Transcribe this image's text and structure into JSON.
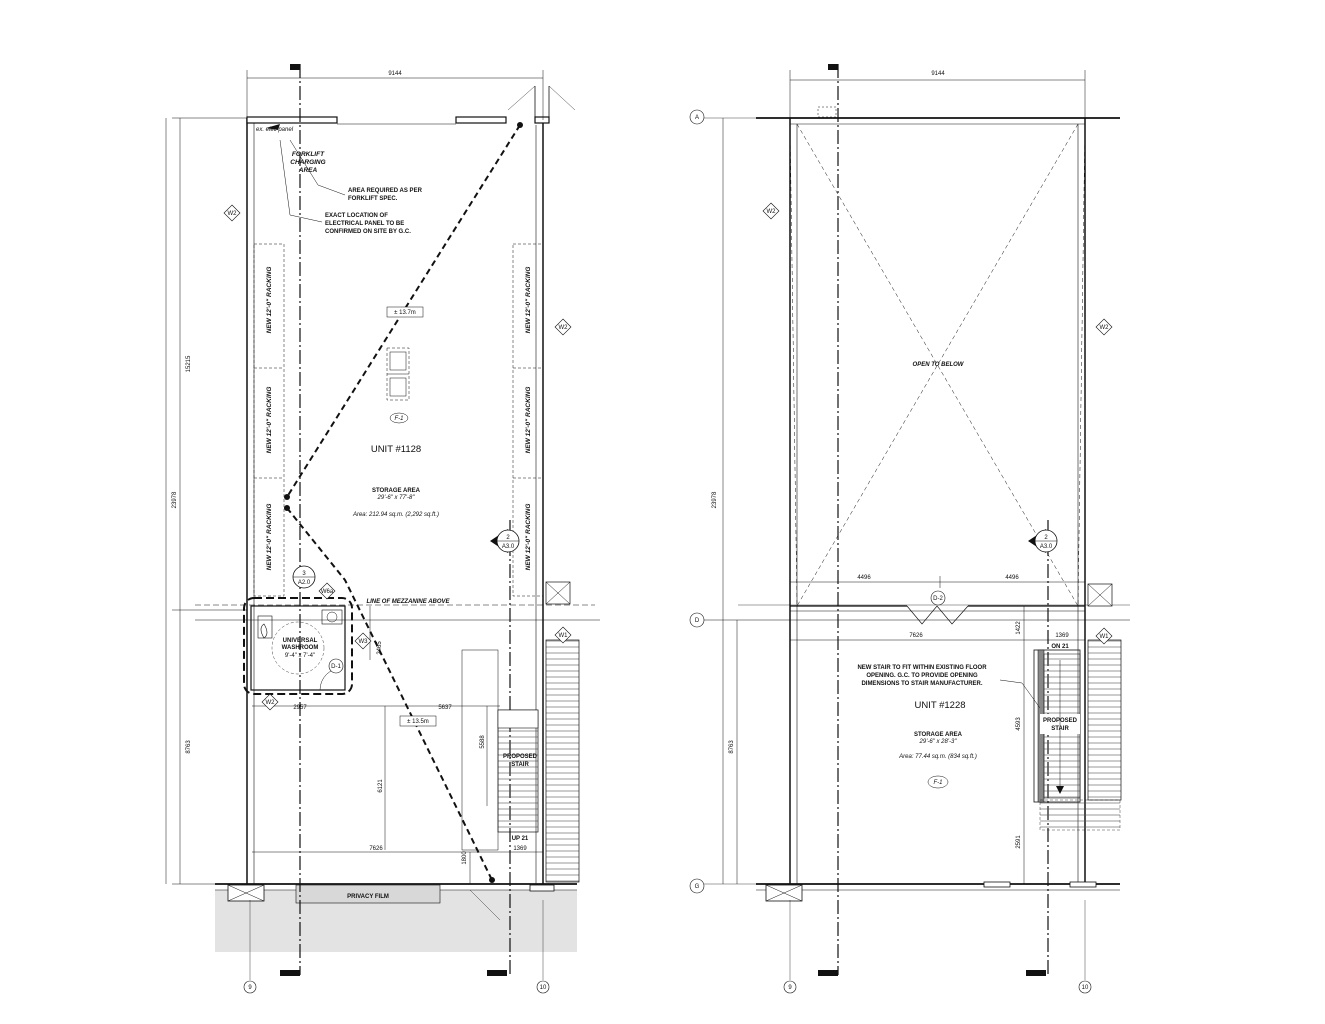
{
  "grid": {
    "left": "9",
    "right": "10",
    "top": "A",
    "mid": "D",
    "bottom": "G"
  },
  "left_plan": {
    "dims": {
      "top": "9144",
      "side_upper": "15215",
      "side_total": "23978",
      "side_lower": "8763",
      "washroom_width": "2957",
      "washroom_height": "2465",
      "span_a": "5637",
      "vertical_a": "5588",
      "vertical_b": "6121",
      "bottom_a": "7626",
      "bottom_b": "1369",
      "bottom_c": "1800"
    },
    "notes": {
      "elec_panel": "ex. elec panel",
      "forklift": [
        "FORKLIFT",
        "CHARGING",
        "AREA"
      ],
      "area_required": [
        "AREA REQUIRED AS PER",
        "FORKLIFT SPEC."
      ],
      "exact_location": [
        "EXACT LOCATION OF",
        "ELECTRICAL PANEL TO BE",
        "CONFIRMED ON SITE BY G.C."
      ],
      "racking": "NEW 12'-0\" RACKING",
      "travel_upper": "± 13.7m",
      "travel_lower": "± 13.5m",
      "unit": "UNIT #1128",
      "room": "STORAGE AREA",
      "room_dims": "29'-6\" x 77'-8\"",
      "area": "Area: 212.94 sq.m. (2,292 sq.ft.)",
      "fixture": "F-1",
      "mezzanine": "LINE OF MEZZANINE ABOVE",
      "washroom": [
        "UNIVERSAL",
        "WASHROOM",
        "9'-4\" x 7'-4\""
      ],
      "door": "D-1",
      "stair": [
        "PROPOSED",
        "STAIR"
      ],
      "up": "UP 21",
      "privacy": "PRIVACY FILM"
    },
    "tags": {
      "w1": "W1",
      "w2": "W2",
      "w3": "W3",
      "w6a": "W6a"
    },
    "sections": {
      "sec_a": {
        "num": "3",
        "sheet": "A2.0"
      },
      "sec_b": {
        "num": "2",
        "sheet": "A3.0"
      }
    }
  },
  "right_plan": {
    "dims": {
      "top": "9144",
      "side_total": "23978",
      "side_lower": "8763",
      "mezz_a": "4496",
      "mezz_b": "4496",
      "span_a": "7626",
      "span_b": "1369",
      "vertical_a": "1422",
      "vertical_b": "4593",
      "vertical_c": "2591"
    },
    "notes": {
      "open": "OPEN TO BELOW",
      "new_stair": [
        "NEW STAIR TO FIT WITHIN EXISTING FLOOR",
        "OPENING. G.C. TO PROVIDE OPENING",
        "DIMENSIONS TO STAIR MANUFACTURER."
      ],
      "unit": "UNIT #1228",
      "room": "STORAGE AREA",
      "room_dims": "29'-6\" x 28'-3\"",
      "area": "Area: 77.44 sq.m. (834 sq.ft.)",
      "fixture": "F-1",
      "door": "D-2",
      "on": "ON 21",
      "stair": [
        "PROPOSED",
        "STAIR"
      ]
    },
    "tags": {
      "w1": "W1",
      "w2": "W2"
    },
    "sections": {
      "sec_b": {
        "num": "2",
        "sheet": "A3.0"
      }
    }
  },
  "colors": {
    "line": "#111111",
    "hatch": "#e3e3e3"
  }
}
